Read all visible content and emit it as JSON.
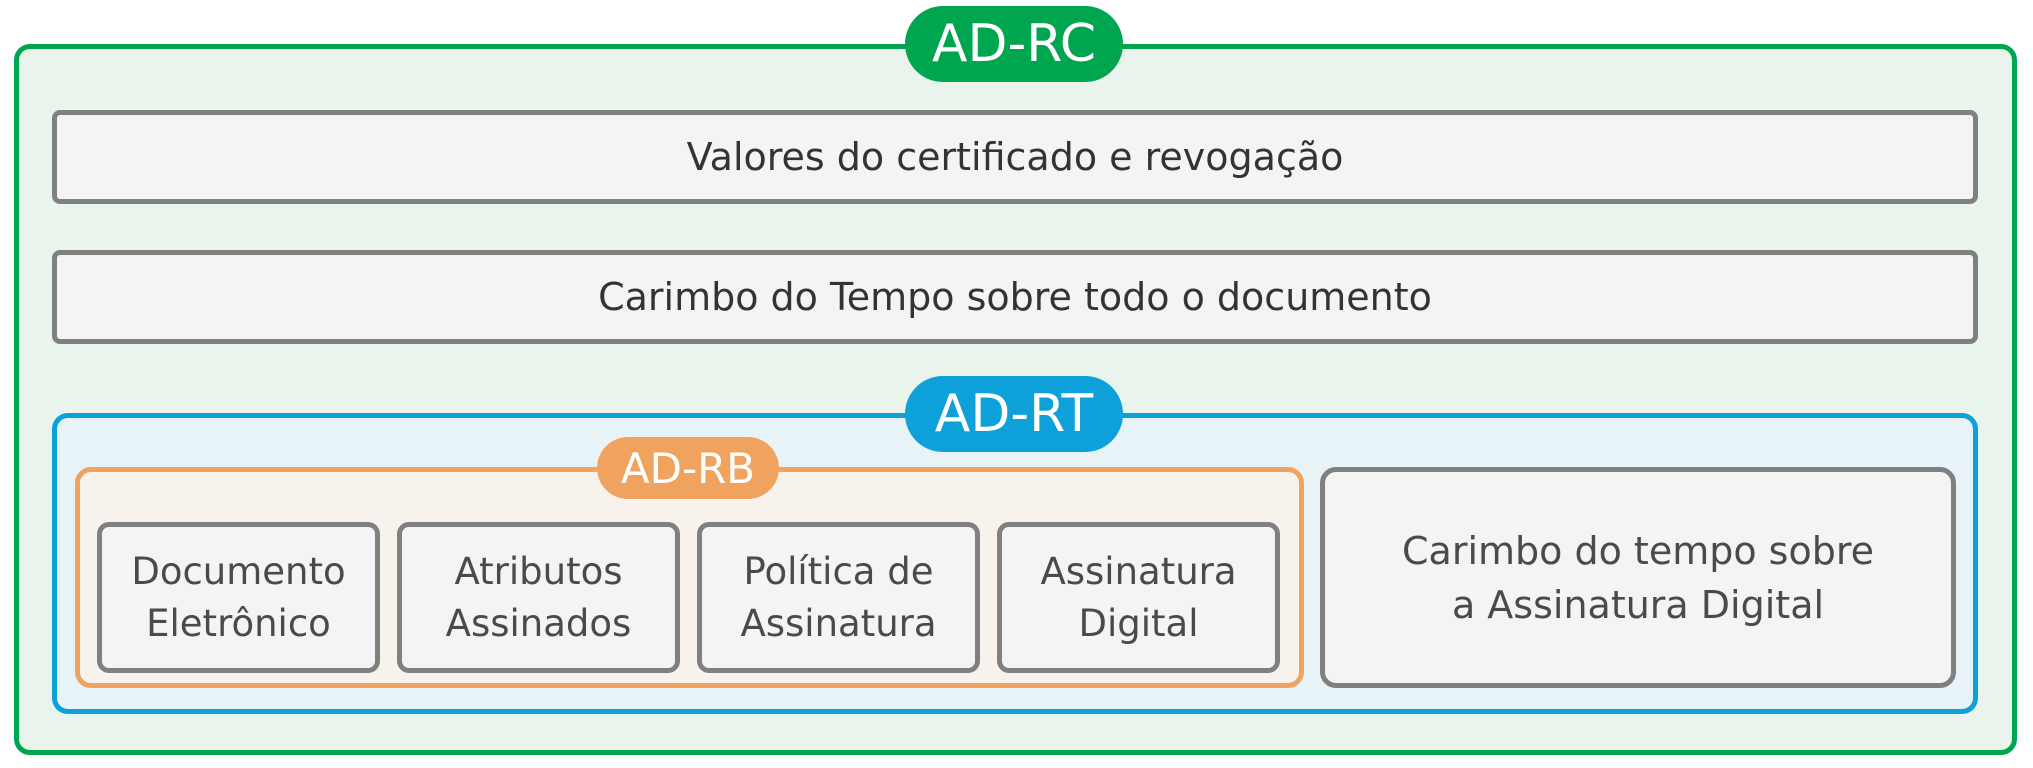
{
  "colors": {
    "ad_rc": "#00a54f",
    "ad_rt": "#0ea1d9",
    "ad_rb": "#f0a35e",
    "box_border": "#808080"
  },
  "ad_rc": {
    "label": "AD-RC",
    "certificate_values": "Valores do certificado e revogação",
    "document_timestamp": "Carimbo do Tempo sobre todo o documento"
  },
  "ad_rt": {
    "label": "AD-RT",
    "signature_timestamp": {
      "line1": "Carimbo do tempo sobre",
      "line2": "a Assinatura Digital"
    }
  },
  "ad_rb": {
    "label": "AD-RB",
    "components": [
      {
        "line1": "Documento",
        "line2": "Eletrônico"
      },
      {
        "line1": "Atributos",
        "line2": "Assinados"
      },
      {
        "line1": "Política de",
        "line2": "Assinatura"
      },
      {
        "line1": "Assinatura",
        "line2": "Digital"
      }
    ]
  }
}
